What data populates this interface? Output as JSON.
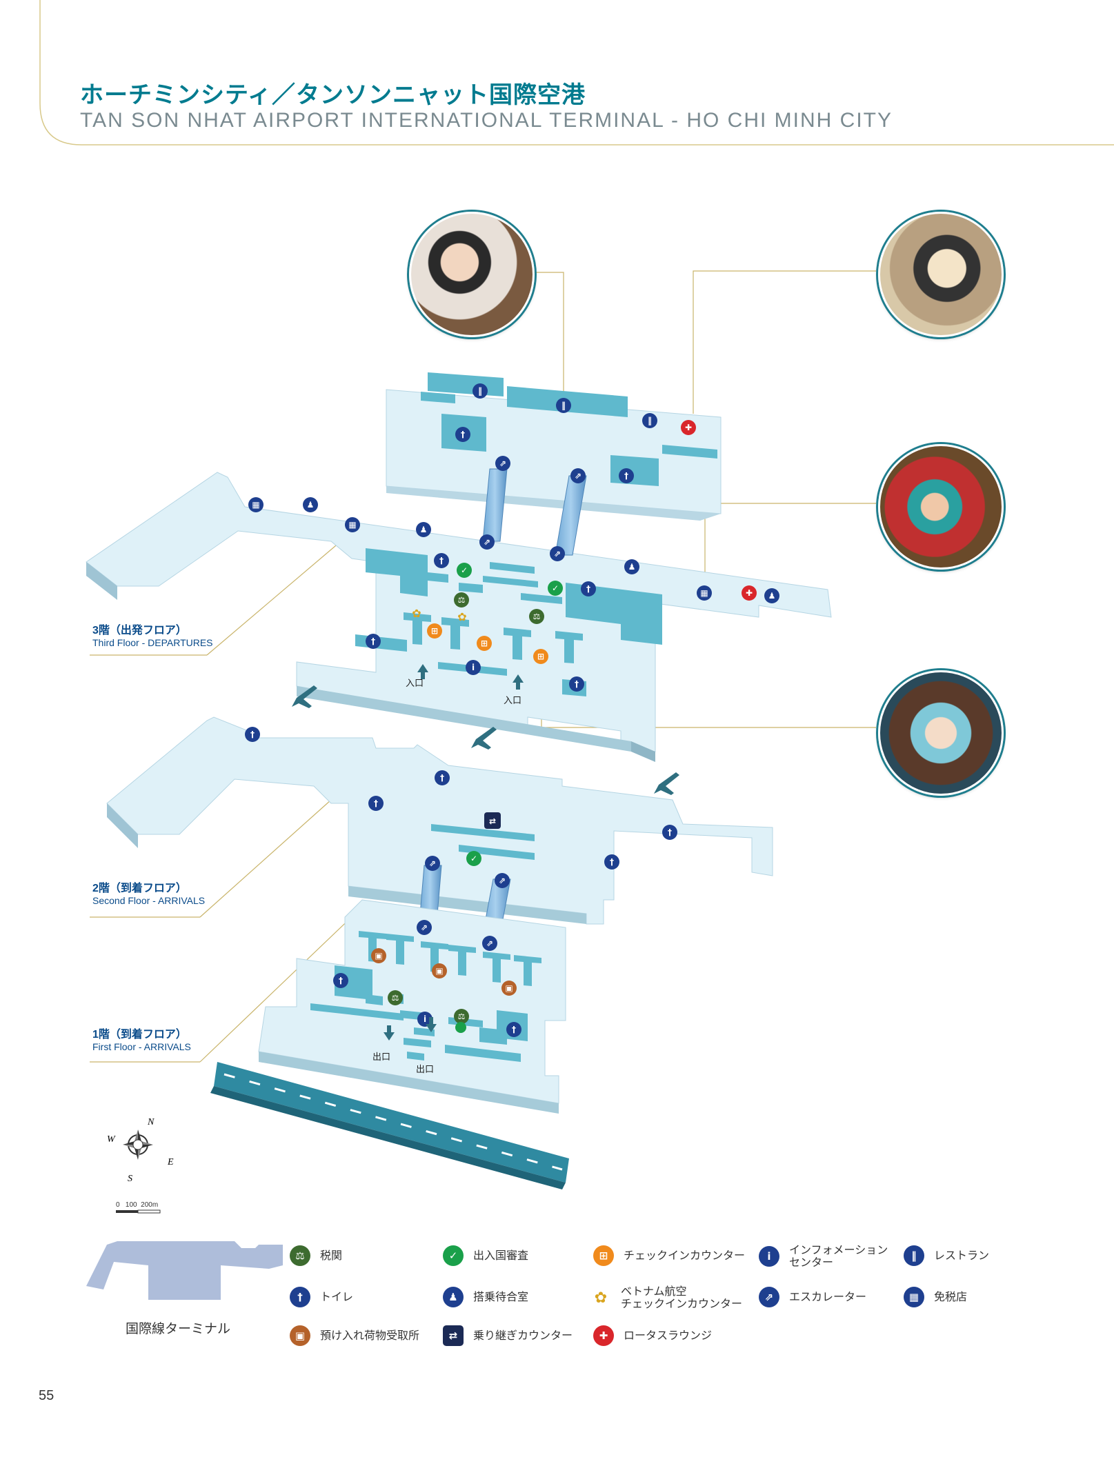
{
  "header": {
    "title_jp": "ホーチミンシティ／タンソンニャット国際空港",
    "title_en": "TAN SON NHAT AIRPORT INTERNATIONAL TERMINAL - HO CHI MINH CITY"
  },
  "floors": [
    {
      "jp": "3階（出発フロア）",
      "en": "Third Floor - DEPARTURES"
    },
    {
      "jp": "2階（到着フロア）",
      "en": "Second Floor - ARRIVALS"
    },
    {
      "jp": "1階（到着フロア）",
      "en": "First Floor - ARRIVALS"
    }
  ],
  "map_labels": {
    "entrance": "入口",
    "exit": "出口"
  },
  "compass": {
    "n": "N",
    "e": "E",
    "s": "S",
    "w": "W"
  },
  "scale": {
    "label": "0   100  200m"
  },
  "mini_map_caption": "国際線ターミナル",
  "legend": [
    {
      "icon": "customs-icon",
      "color": "#3d6b2f",
      "label": "税関"
    },
    {
      "icon": "immigration-icon",
      "color": "#1aa04a",
      "label": "出入国審査"
    },
    {
      "icon": "check-in-icon",
      "color": "#f08a1c",
      "label": "チェックインカウンター"
    },
    {
      "icon": "information-icon",
      "color": "#1e3f8f",
      "label": "インフォメーション\nセンター"
    },
    {
      "icon": "restaurant-icon",
      "color": "#1e3f8f",
      "label": "レストラン"
    },
    {
      "icon": "toilet-icon",
      "color": "#1e3f8f",
      "label": "トイレ"
    },
    {
      "icon": "waiting-room-icon",
      "color": "#1e3f8f",
      "label": "搭乗待合室"
    },
    {
      "icon": "vietnam-airlines-checkin-icon",
      "color": "#d9a520",
      "label": "ベトナム航空\nチェックインカウンター"
    },
    {
      "icon": "escalator-icon",
      "color": "#1e3f8f",
      "label": "エスカレーター"
    },
    {
      "icon": "duty-free-icon",
      "color": "#1e3f8f",
      "label": "免税店"
    },
    {
      "icon": "baggage-claim-icon",
      "color": "#b5622a",
      "label": "預け入れ荷物受取所"
    },
    {
      "icon": "transfer-counter-icon",
      "color": "#1b2a55",
      "label": "乗り継ぎカウンター"
    },
    {
      "icon": "lotus-lounge-icon",
      "color": "#d9262b",
      "label": "ロータスラウンジ"
    }
  ],
  "page_number": "55",
  "colors": {
    "accent": "#007b8f",
    "floor": "#dff1f8",
    "block": "#5fb9cd",
    "navy": "#1e3f8f"
  }
}
